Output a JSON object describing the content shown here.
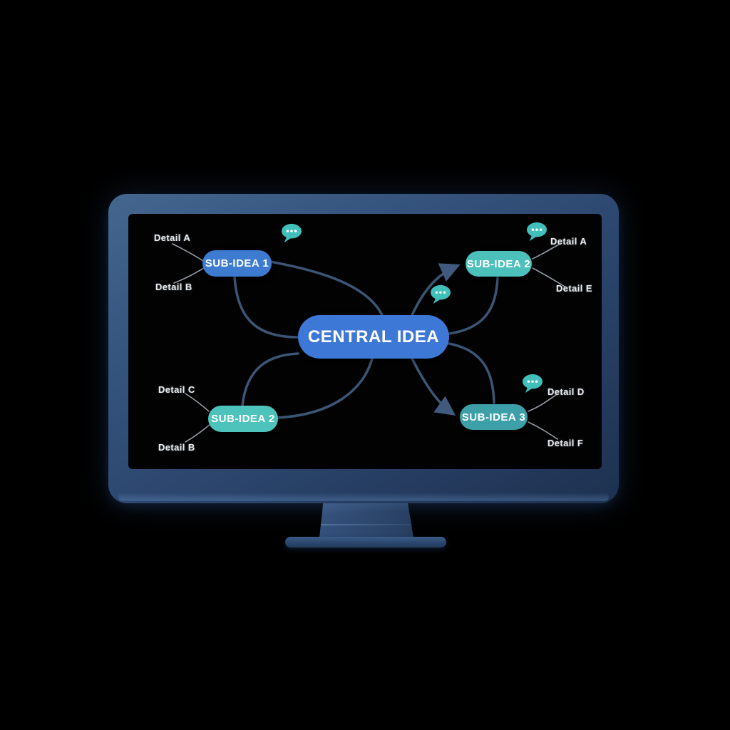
{
  "device": {
    "type": "desktop-monitor"
  },
  "mindmap": {
    "central": {
      "label": "CENTRAL IDEA",
      "color": "#3e78d6"
    },
    "subnodes": [
      {
        "label": "SUB-IDEA 1",
        "color": "#3d7bd0",
        "position": "top-left"
      },
      {
        "label": "SUB-IDEA 2",
        "color": "#4cc0ba",
        "position": "top-right"
      },
      {
        "label": "SUB-IDEA 2",
        "color": "#4ec3bb",
        "position": "bottom-left"
      },
      {
        "label": "SUB-IDEA 3",
        "color": "#3da0a8",
        "position": "bottom-right"
      }
    ],
    "details": [
      {
        "label": "Detail A",
        "attached_to": "SUB-IDEA 1"
      },
      {
        "label": "Detail B",
        "attached_to": "SUB-IDEA 1"
      },
      {
        "label": "Detail A",
        "attached_to": "SUB-IDEA 2 (top-right)"
      },
      {
        "label": "Detail E",
        "attached_to": "SUB-IDEA 2 (top-right)"
      },
      {
        "label": "Detail C",
        "attached_to": "SUB-IDEA 2 (bottom-left)"
      },
      {
        "label": "Detail B",
        "attached_to": "SUB-IDEA 2 (bottom-left)"
      },
      {
        "label": "Detail D",
        "attached_to": "SUB-IDEA 3"
      },
      {
        "label": "Detail F",
        "attached_to": "SUB-IDEA 3"
      }
    ],
    "icons": [
      {
        "name": "comment-bubble-icon",
        "count": 4,
        "color": "#41bfbb"
      }
    ],
    "colors": {
      "connector": "#3c5575",
      "detail_text": "#e8ecf0",
      "screen_background": "#020203",
      "bezel": "#2c4568"
    }
  }
}
